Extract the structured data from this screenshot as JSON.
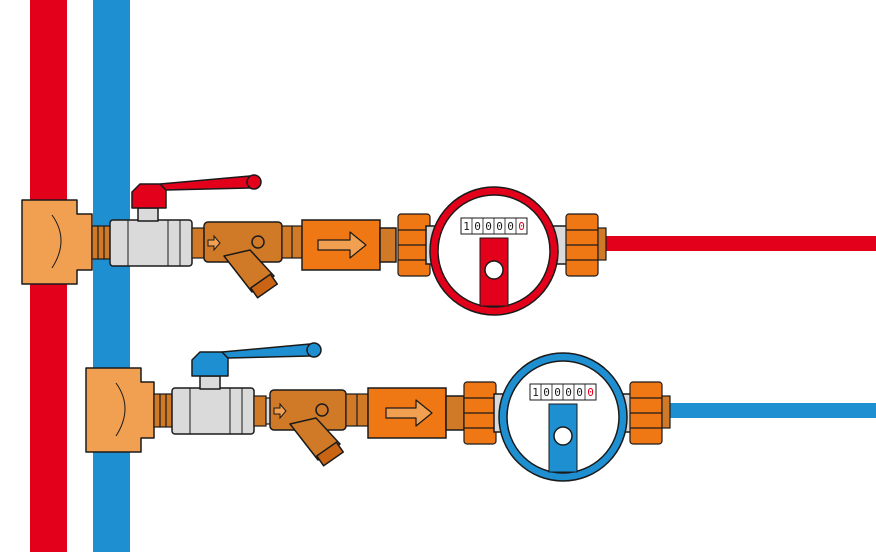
{
  "colors": {
    "hot": "#e3001b",
    "cold": "#1e90d2",
    "fitting": "#f0a050",
    "fitting_dark": "#c86414",
    "brass": "#d07a28",
    "steel": "#dadada",
    "outline": "#1a1a1a",
    "last_digit": "#e3001b"
  },
  "hot_line": {
    "meter_digits": [
      "1",
      "0",
      "0",
      "0",
      "0",
      "0"
    ]
  },
  "cold_line": {
    "meter_digits": [
      "1",
      "0",
      "0",
      "0",
      "0",
      "0"
    ]
  },
  "icons": {
    "flow_arrow": "right-arrow",
    "valve_handle": "lever-handle",
    "tee": "tee-fitting"
  }
}
